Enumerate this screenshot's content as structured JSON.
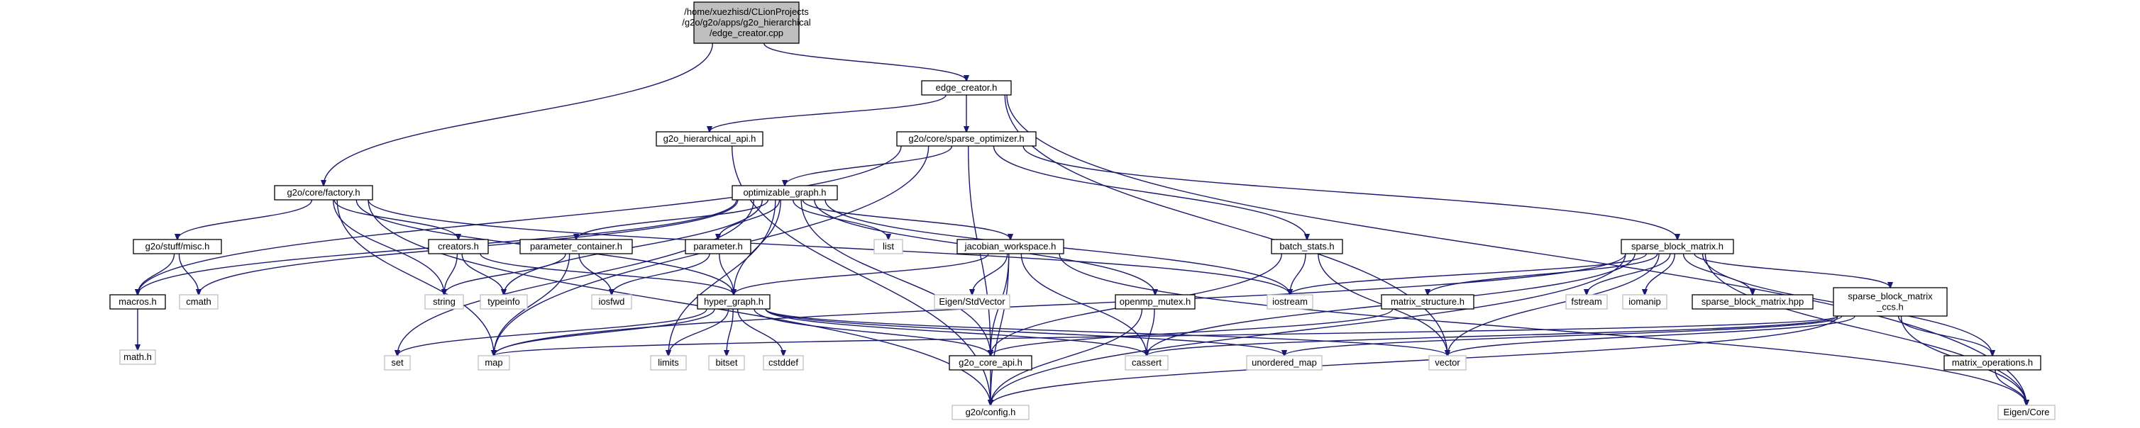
{
  "colors": {
    "edge": "#191970",
    "root_fill": "#bfbfbf",
    "leaf_border": "#bfbfbf",
    "box_border": "#000000",
    "background": "#ffffff"
  },
  "nodes": [
    {
      "id": "root",
      "kind": "root",
      "lines": [
        "/home/xuezhisd/CLionProjects",
        "/g2o/g2o/apps/g2o_hierarchical",
        "/edge_creator.cpp"
      ]
    },
    {
      "id": "edge_creator_h",
      "kind": "normal",
      "lines": [
        "edge_creator.h"
      ]
    },
    {
      "id": "g2o_hierarchical_api_h",
      "kind": "normal",
      "lines": [
        "g2o_hierarchical_api.h"
      ]
    },
    {
      "id": "sparse_optimizer_h",
      "kind": "normal",
      "lines": [
        "g2o/core/sparse_optimizer.h"
      ]
    },
    {
      "id": "factory_h",
      "kind": "normal",
      "lines": [
        "g2o/core/factory.h"
      ]
    },
    {
      "id": "optimizable_graph_h",
      "kind": "normal",
      "lines": [
        "optimizable_graph.h"
      ]
    },
    {
      "id": "misc_h",
      "kind": "normal",
      "lines": [
        "g2o/stuff/misc.h"
      ]
    },
    {
      "id": "creators_h",
      "kind": "normal",
      "lines": [
        "creators.h"
      ]
    },
    {
      "id": "parameter_container_h",
      "kind": "normal",
      "lines": [
        "parameter_container.h"
      ]
    },
    {
      "id": "parameter_h",
      "kind": "normal",
      "lines": [
        "parameter.h"
      ]
    },
    {
      "id": "list",
      "kind": "leaf",
      "lines": [
        "list"
      ]
    },
    {
      "id": "jacobian_workspace_h",
      "kind": "normal",
      "lines": [
        "jacobian_workspace.h"
      ]
    },
    {
      "id": "batch_stats_h",
      "kind": "normal",
      "lines": [
        "batch_stats.h"
      ]
    },
    {
      "id": "sparse_block_matrix_h",
      "kind": "normal",
      "lines": [
        "sparse_block_matrix.h"
      ]
    },
    {
      "id": "cmath",
      "kind": "leaf",
      "lines": [
        "cmath"
      ]
    },
    {
      "id": "macros_h",
      "kind": "normal",
      "lines": [
        "macros.h"
      ]
    },
    {
      "id": "string",
      "kind": "leaf",
      "lines": [
        "string"
      ]
    },
    {
      "id": "typeinfo",
      "kind": "leaf",
      "lines": [
        "typeinfo"
      ]
    },
    {
      "id": "iosfwd",
      "kind": "leaf",
      "lines": [
        "iosfwd"
      ]
    },
    {
      "id": "hyper_graph_h",
      "kind": "normal",
      "lines": [
        "hyper_graph.h"
      ]
    },
    {
      "id": "eigen_stdvector",
      "kind": "leaf",
      "lines": [
        "Eigen/StdVector"
      ]
    },
    {
      "id": "openmp_mutex_h",
      "kind": "normal",
      "lines": [
        "openmp_mutex.h"
      ]
    },
    {
      "id": "iostream",
      "kind": "leaf",
      "lines": [
        "iostream"
      ]
    },
    {
      "id": "matrix_structure_h",
      "kind": "normal",
      "lines": [
        "matrix_structure.h"
      ]
    },
    {
      "id": "fstream",
      "kind": "leaf",
      "lines": [
        "fstream"
      ]
    },
    {
      "id": "iomanip",
      "kind": "leaf",
      "lines": [
        "iomanip"
      ]
    },
    {
      "id": "sparse_block_matrix_hpp",
      "kind": "normal",
      "lines": [
        "sparse_block_matrix.hpp"
      ]
    },
    {
      "id": "sparse_block_matrix_ccs_h",
      "kind": "normal",
      "lines": [
        "sparse_block_matrix",
        "_ccs.h"
      ]
    },
    {
      "id": "math_h",
      "kind": "leaf",
      "lines": [
        "math.h"
      ]
    },
    {
      "id": "set",
      "kind": "leaf",
      "lines": [
        "set"
      ]
    },
    {
      "id": "map",
      "kind": "leaf",
      "lines": [
        "map"
      ]
    },
    {
      "id": "limits",
      "kind": "leaf",
      "lines": [
        "limits"
      ]
    },
    {
      "id": "bitset",
      "kind": "leaf",
      "lines": [
        "bitset"
      ]
    },
    {
      "id": "cstddef",
      "kind": "leaf",
      "lines": [
        "cstddef"
      ]
    },
    {
      "id": "g2o_core_api_h",
      "kind": "normal",
      "lines": [
        "g2o_core_api.h"
      ]
    },
    {
      "id": "cassert",
      "kind": "leaf",
      "lines": [
        "cassert"
      ]
    },
    {
      "id": "unordered_map",
      "kind": "leaf",
      "lines": [
        "unordered_map"
      ]
    },
    {
      "id": "vector",
      "kind": "leaf",
      "lines": [
        "vector"
      ]
    },
    {
      "id": "matrix_operations_h",
      "kind": "normal",
      "lines": [
        "matrix_operations.h"
      ]
    },
    {
      "id": "g2o_config_h",
      "kind": "leaf",
      "lines": [
        "g2o/config.h"
      ]
    },
    {
      "id": "eigen_core",
      "kind": "leaf",
      "lines": [
        "Eigen/Core"
      ]
    }
  ],
  "edges": [
    [
      "root",
      "edge_creator_h"
    ],
    [
      "root",
      "factory_h"
    ],
    [
      "edge_creator_h",
      "g2o_hierarchical_api_h"
    ],
    [
      "edge_creator_h",
      "sparse_optimizer_h"
    ],
    [
      "edge_creator_h",
      "vector"
    ],
    [
      "edge_creator_h",
      "eigen_core"
    ],
    [
      "g2o_hierarchical_api_h",
      "g2o_config_h"
    ],
    [
      "sparse_optimizer_h",
      "optimizable_graph_h"
    ],
    [
      "sparse_optimizer_h",
      "batch_stats_h"
    ],
    [
      "sparse_optimizer_h",
      "sparse_block_matrix_h"
    ],
    [
      "sparse_optimizer_h",
      "g2o_core_api_h"
    ],
    [
      "sparse_optimizer_h",
      "macros_h"
    ],
    [
      "sparse_optimizer_h",
      "map"
    ],
    [
      "factory_h",
      "misc_h"
    ],
    [
      "factory_h",
      "creators_h"
    ],
    [
      "factory_h",
      "string"
    ],
    [
      "factory_h",
      "map"
    ],
    [
      "factory_h",
      "iostream"
    ],
    [
      "factory_h",
      "hyper_graph_h"
    ],
    [
      "factory_h",
      "g2o_config_h"
    ],
    [
      "optimizable_graph_h",
      "parameter_container_h"
    ],
    [
      "optimizable_graph_h",
      "parameter_h"
    ],
    [
      "optimizable_graph_h",
      "list"
    ],
    [
      "optimizable_graph_h",
      "jacobian_workspace_h"
    ],
    [
      "optimizable_graph_h",
      "openmp_mutex_h"
    ],
    [
      "optimizable_graph_h",
      "iostream"
    ],
    [
      "optimizable_graph_h",
      "set"
    ],
    [
      "optimizable_graph_h",
      "limits"
    ],
    [
      "optimizable_graph_h",
      "typeinfo"
    ],
    [
      "optimizable_graph_h",
      "cmath"
    ],
    [
      "optimizable_graph_h",
      "macros_h"
    ],
    [
      "optimizable_graph_h",
      "hyper_graph_h"
    ],
    [
      "optimizable_graph_h",
      "g2o_core_api_h"
    ],
    [
      "misc_h",
      "macros_h"
    ],
    [
      "misc_h",
      "cmath"
    ],
    [
      "creators_h",
      "string"
    ],
    [
      "creators_h",
      "typeinfo"
    ],
    [
      "creators_h",
      "hyper_graph_h"
    ],
    [
      "parameter_container_h",
      "iosfwd"
    ],
    [
      "parameter_container_h",
      "map"
    ],
    [
      "parameter_container_h",
      "string"
    ],
    [
      "parameter_h",
      "iosfwd"
    ],
    [
      "parameter_h",
      "hyper_graph_h"
    ],
    [
      "jacobian_workspace_h",
      "eigen_stdvector"
    ],
    [
      "jacobian_workspace_h",
      "eigen_core"
    ],
    [
      "jacobian_workspace_h",
      "cassert"
    ],
    [
      "jacobian_workspace_h",
      "hyper_graph_h"
    ],
    [
      "jacobian_workspace_h",
      "g2o_core_api_h"
    ],
    [
      "jacobian_workspace_h",
      "g2o_config_h"
    ],
    [
      "batch_stats_h",
      "iostream"
    ],
    [
      "batch_stats_h",
      "vector"
    ],
    [
      "batch_stats_h",
      "g2o_core_api_h"
    ],
    [
      "sparse_block_matrix_h",
      "map"
    ],
    [
      "sparse_block_matrix_h",
      "vector"
    ],
    [
      "sparse_block_matrix_h",
      "fstream"
    ],
    [
      "sparse_block_matrix_h",
      "iostream"
    ],
    [
      "sparse_block_matrix_h",
      "iomanip"
    ],
    [
      "sparse_block_matrix_h",
      "cassert"
    ],
    [
      "sparse_block_matrix_h",
      "eigen_core"
    ],
    [
      "sparse_block_matrix_h",
      "sparse_block_matrix_ccs_h"
    ],
    [
      "sparse_block_matrix_h",
      "matrix_structure_h"
    ],
    [
      "sparse_block_matrix_h",
      "matrix_operations_h"
    ],
    [
      "sparse_block_matrix_h",
      "g2o_config_h"
    ],
    [
      "sparse_block_matrix_h",
      "sparse_block_matrix_hpp"
    ],
    [
      "macros_h",
      "math_h"
    ],
    [
      "hyper_graph_h",
      "map"
    ],
    [
      "hyper_graph_h",
      "set"
    ],
    [
      "hyper_graph_h",
      "limits"
    ],
    [
      "hyper_graph_h",
      "bitset"
    ],
    [
      "hyper_graph_h",
      "cstddef"
    ],
    [
      "hyper_graph_h",
      "cassert"
    ],
    [
      "hyper_graph_h",
      "unordered_map"
    ],
    [
      "hyper_graph_h",
      "vector"
    ],
    [
      "hyper_graph_h",
      "g2o_core_api_h"
    ],
    [
      "openmp_mutex_h",
      "cassert"
    ],
    [
      "openmp_mutex_h",
      "g2o_config_h"
    ],
    [
      "matrix_structure_h",
      "g2o_core_api_h"
    ],
    [
      "sparse_block_matrix_ccs_h",
      "vector"
    ],
    [
      "sparse_block_matrix_ccs_h",
      "cassert"
    ],
    [
      "sparse_block_matrix_ccs_h",
      "unordered_map"
    ],
    [
      "sparse_block_matrix_ccs_h",
      "eigen_core"
    ],
    [
      "sparse_block_matrix_ccs_h",
      "matrix_operations_h"
    ],
    [
      "sparse_block_matrix_ccs_h",
      "g2o_config_h"
    ],
    [
      "sparse_block_matrix_ccs_h",
      "map"
    ],
    [
      "matrix_operations_h",
      "eigen_core"
    ],
    [
      "g2o_core_api_h",
      "g2o_config_h"
    ]
  ]
}
